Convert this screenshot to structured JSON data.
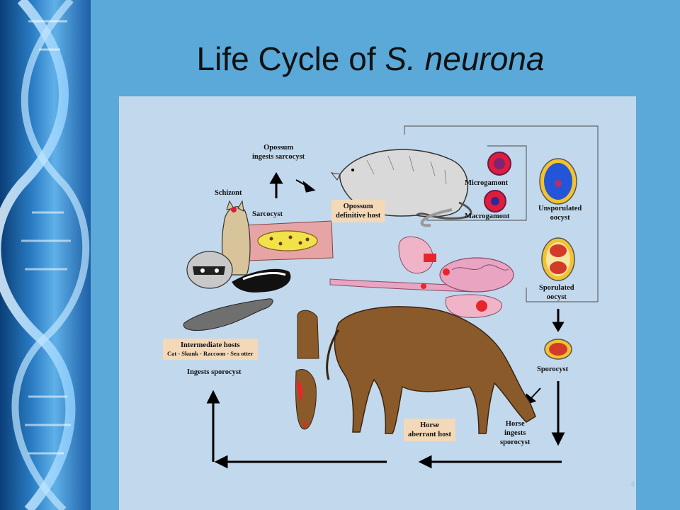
{
  "slide": {
    "title_prefix": "Life Cycle of ",
    "title_italic": "S. neurona",
    "page_number": "4"
  },
  "diagram": {
    "labels": {
      "opossum_ingests_line1": "Opossum",
      "opossum_ingests_line2": "ingests  sarcocyst",
      "schizont": "Schizont",
      "sarcocyst": "Sarcocyst",
      "opossum_host_line1": "Opossum",
      "opossum_host_line2": "definitive host",
      "microgamont": "Microgamont",
      "macrogamont": "Macrogamont",
      "unsporulated_line1": "Unsporulated",
      "unsporulated_line2": "oocyst",
      "sporulated_line1": "Sporulated",
      "sporulated_line2": "oocyst",
      "sporocyst": "Sporocyst",
      "intermediate_title": "Intermediate hosts",
      "intermediate_list": "Cat - Skunk - Raccoon - Sea otter",
      "ingests_sporocyst": "Ingests  sporocyst",
      "horse_host_line1": "Horse",
      "horse_host_line2": "aberrant host",
      "horse_ingests_line1": "Horse",
      "horse_ingests_line2": "ingests",
      "horse_ingests_line3": "sporocyst"
    }
  },
  "colors": {
    "background": "#5aa9d9",
    "panel": "#c2d8ec",
    "tag": "#f4d9b8",
    "horse": "#8b5a2b",
    "lesion": "#e8262a"
  }
}
